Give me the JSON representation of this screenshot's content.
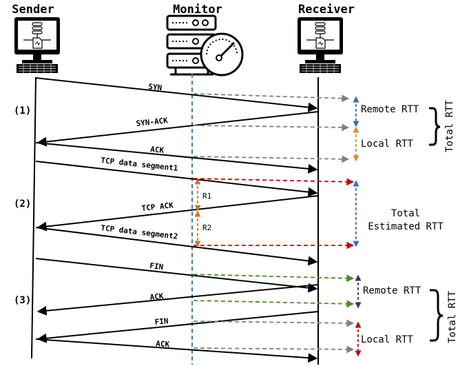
{
  "participants": {
    "sender": "Sender",
    "monitor": "Monitor",
    "receiver": "Receiver"
  },
  "phases": [
    "(1)",
    "(2)",
    "(3)"
  ],
  "messages": {
    "syn": "SYN",
    "syn_ack": "SYN-ACK",
    "ack1": "ACK",
    "seg1": "TCP data segment1",
    "tcp_ack": "TCP ACK",
    "seg2": "TCP data segment2",
    "fin1": "FIN",
    "ack2": "ACK",
    "fin2": "FIN",
    "ack3": "ACK"
  },
  "annotations": {
    "remote_rtt": "Remote RTT",
    "local_rtt": "Local RTT",
    "total_rtt": "Total RTT",
    "r1": "R1",
    "r2": "R2",
    "total_estimated_line1": "Total",
    "total_estimated_line2": "Estimated RTT"
  },
  "colors": {
    "handshake": "#808080",
    "data": "#cc0000",
    "teardown": "#4a8a2a",
    "monitor_line": "#3a7fc0",
    "remote_arrow": "#3a6fb0",
    "local_arrow": "#e8892b",
    "r_arrow": "#c8782a",
    "remote_arrow_3": "#2a3a6a",
    "local_arrow_3": "#cc0000"
  }
}
